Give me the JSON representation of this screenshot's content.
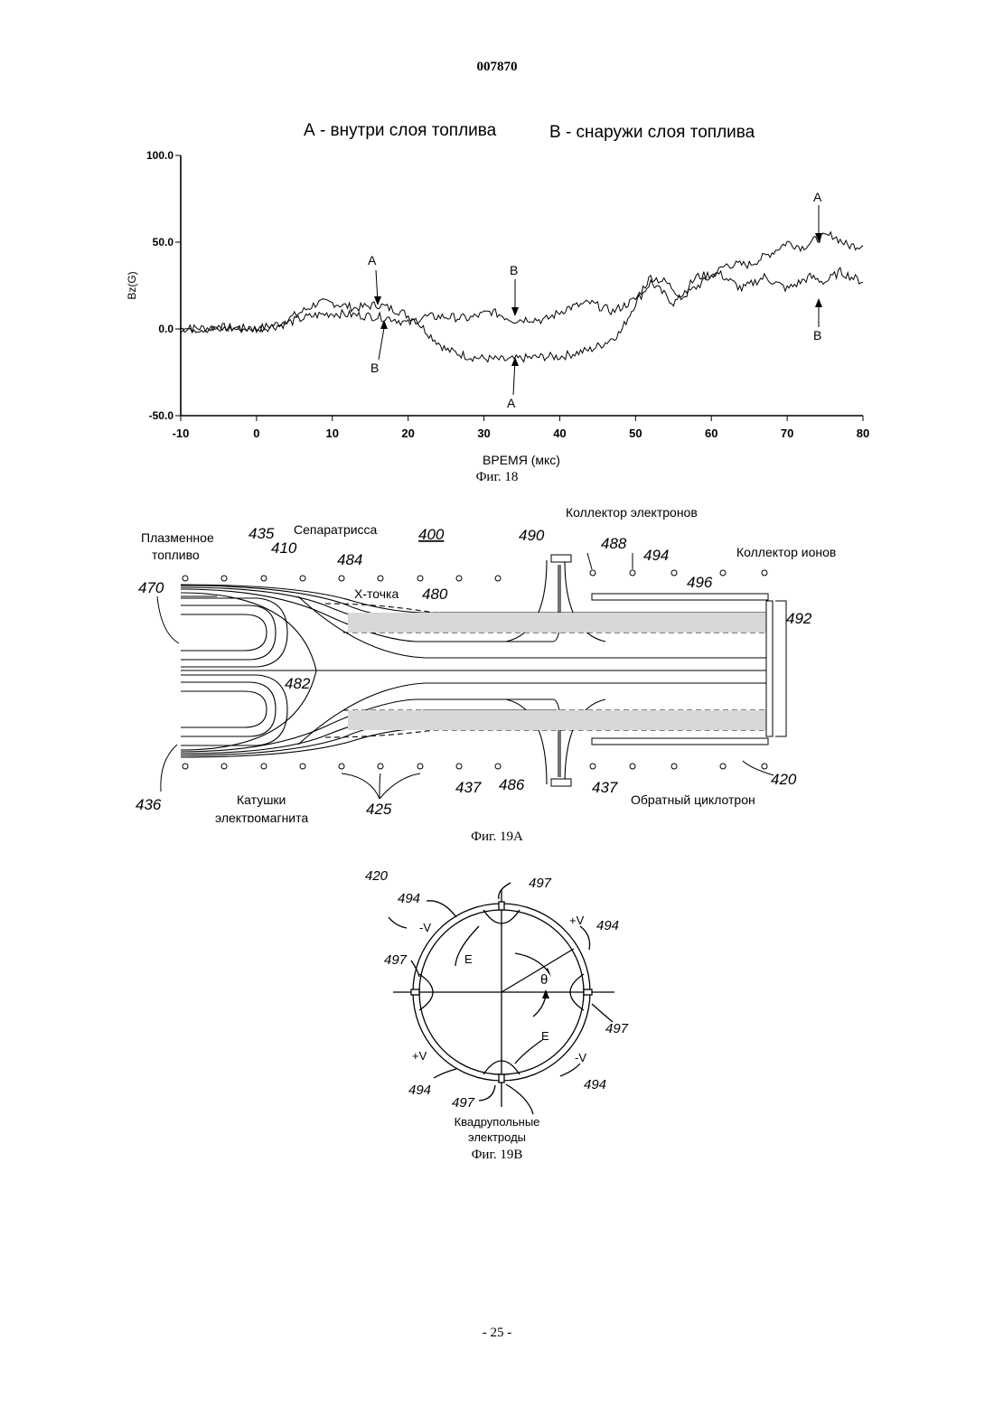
{
  "document_number": "007870",
  "page_number": "- 25 -",
  "fig18": {
    "caption": "Фиг. 18",
    "legend_a": "А - внутри слоя топлива",
    "legend_b": "В - снаружи слоя топлива",
    "marker_a": "A",
    "marker_b": "B"
  },
  "chart_data": {
    "type": "line",
    "title": "",
    "xlabel": "ВРЕМЯ (мкс)",
    "ylabel": "Bz(G)",
    "xlim": [
      -10,
      80
    ],
    "ylim": [
      -50,
      100
    ],
    "xticks": [
      "-10",
      "0",
      "10",
      "20",
      "30",
      "40",
      "50",
      "60",
      "70",
      "80"
    ],
    "yticks": [
      "100.0",
      "50.0",
      "0.0",
      "-50.0"
    ],
    "grid": false,
    "series": [
      {
        "name": "A - внутри слоя топлива",
        "x": [
          -10,
          -5,
          0,
          3,
          6,
          8,
          10,
          13,
          16,
          19,
          21,
          23,
          25,
          28,
          30,
          33,
          35,
          38,
          40,
          42,
          44,
          46,
          48,
          50,
          52,
          55,
          58,
          62,
          65,
          68,
          70,
          72,
          74,
          76,
          78,
          80
        ],
        "y": [
          0,
          1,
          0,
          3,
          10,
          15,
          15,
          12,
          14,
          10,
          5,
          -4,
          -12,
          -16,
          -17,
          -18,
          -17,
          -16,
          -16,
          -14,
          -12,
          -8,
          -2,
          15,
          27,
          15,
          24,
          37,
          37,
          44,
          50,
          47,
          52,
          54,
          48,
          48
        ]
      },
      {
        "name": "B - снаружи слоя топлива",
        "x": [
          -10,
          -5,
          0,
          3,
          6,
          8,
          10,
          13,
          16,
          18,
          20,
          22,
          25,
          28,
          31,
          34,
          36,
          38,
          41,
          44,
          47,
          50,
          52,
          54,
          56,
          58,
          61,
          64,
          67,
          70,
          73,
          75,
          77,
          80
        ],
        "y": [
          0,
          0,
          0,
          2,
          6,
          8,
          9,
          8,
          7,
          6,
          3,
          7,
          7,
          6,
          10,
          5,
          6,
          5,
          12,
          15,
          10,
          17,
          30,
          27,
          19,
          30,
          32,
          23,
          30,
          23,
          30,
          27,
          33,
          27
        ]
      }
    ]
  },
  "fig19a": {
    "caption": "Фиг. 19А",
    "label_plasma_fuel_1": "Плазменное",
    "label_plasma_fuel_2": "топливо",
    "label_separatrix": "Сепаратрисса",
    "label_x_point": "Х-точка",
    "label_electron_collector": "Коллектор электронов",
    "label_ion_collector": "Коллектор ионов",
    "label_coils_1": "Катушки",
    "label_coils_2": "электромагнита",
    "label_reverse_cyclotron": "Обратный циклотрон",
    "ref_400": "400",
    "ref_410": "410",
    "ref_420": "420",
    "ref_425": "425",
    "ref_435": "435",
    "ref_436": "436",
    "ref_437a": "437",
    "ref_437b": "437",
    "ref_470": "470",
    "ref_480": "480",
    "ref_482": "482",
    "ref_484": "484",
    "ref_486": "486",
    "ref_488": "488",
    "ref_490": "490",
    "ref_492": "492",
    "ref_494": "494",
    "ref_496": "496"
  },
  "fig19b": {
    "caption": "Фиг. 19В",
    "ref_420": "420",
    "ref_494_tl": "494",
    "ref_494_tr": "494",
    "ref_494_bl": "494",
    "ref_494_br": "494",
    "ref_497_t": "497",
    "ref_497_l": "497",
    "ref_497_r": "497",
    "ref_497_b": "497",
    "minus_v_top": "-V",
    "plus_v_top": "+V",
    "plus_v_bottom": "+V",
    "minus_v_bottom": "-V",
    "e_top": "E",
    "e_bottom": "E",
    "theta": "θ",
    "label_quadrupole_1": "Квадрупольные",
    "label_quadrupole_2": "электроды"
  }
}
